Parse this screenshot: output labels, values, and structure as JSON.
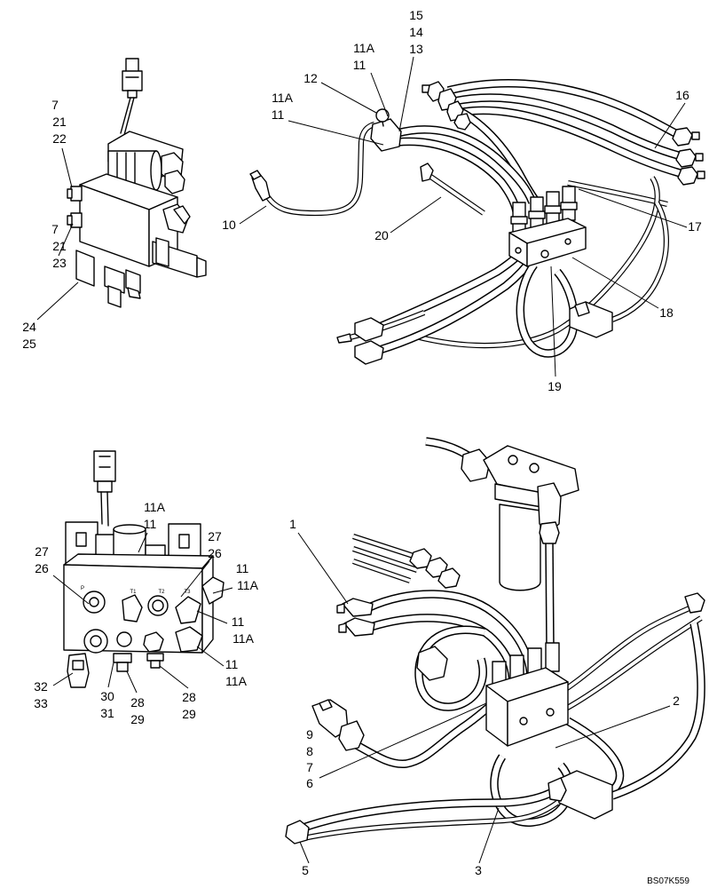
{
  "drawing_number": "BS07K559",
  "view_1": {
    "callouts": [
      "7",
      "21",
      "22",
      "7",
      "21",
      "23",
      "24",
      "25"
    ]
  },
  "view_2": {
    "callouts": [
      "15",
      "14",
      "13",
      "11A",
      "11",
      "12",
      "11A",
      "11",
      "16",
      "10",
      "20",
      "17",
      "18",
      "19"
    ]
  },
  "view_3": {
    "callouts": [
      "11A",
      "11",
      "27",
      "26",
      "27",
      "26",
      "11",
      "11A",
      "11",
      "11A",
      "11",
      "11A",
      "32",
      "33",
      "30",
      "31",
      "28",
      "29",
      "28",
      "29"
    ],
    "port_marks": [
      "P",
      "T1",
      "T2",
      "T3"
    ]
  },
  "view_4": {
    "callouts": [
      "1",
      "2",
      "9",
      "8",
      "7",
      "6",
      "5",
      "3"
    ]
  }
}
